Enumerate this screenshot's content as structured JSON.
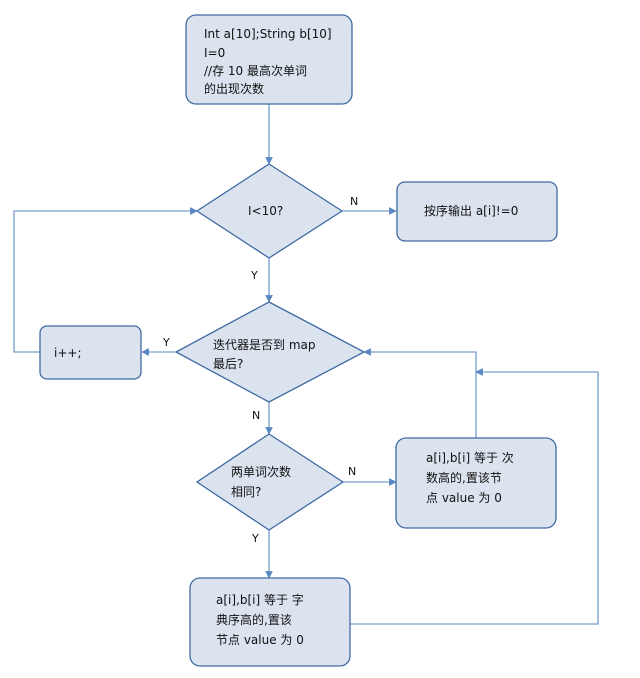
{
  "flowchart": {
    "init_box": {
      "lines": [
        "Int a[10];String b[10]",
        "I=0",
        "//存 10 最高次单词",
        "的出现次数"
      ]
    },
    "loop_check": {
      "text": "I<10?"
    },
    "output_box": {
      "text": "按序输出 a[i]!=0"
    },
    "map_end_check": {
      "lines": [
        "迭代器是否到 map",
        "最后?"
      ]
    },
    "increment_box": {
      "text": "i++;"
    },
    "count_same_check": {
      "lines": [
        "两单词次数",
        "相同?"
      ]
    },
    "count_higher_box": {
      "lines": [
        "a[i],b[i] 等于 次",
        "数高的,置该节",
        "点 value 为 0"
      ]
    },
    "dict_higher_box": {
      "lines": [
        "a[i],b[i] 等于 字",
        "典序高的,置该",
        "节点 value 为 0"
      ]
    },
    "edge_labels": {
      "loop_no": "N",
      "loop_yes": "Y",
      "map_yes": "Y",
      "map_no": "N",
      "same_no": "N",
      "same_yes": "Y"
    }
  }
}
